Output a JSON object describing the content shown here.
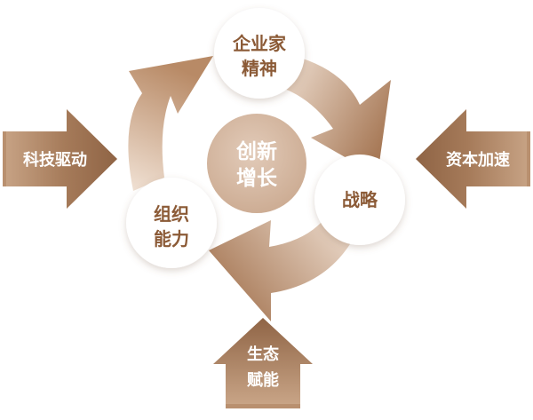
{
  "center": {
    "line1": "创新",
    "line2": "增长"
  },
  "nodes": {
    "top": {
      "line1": "企业家",
      "line2": "精神"
    },
    "right": {
      "line1": "战略"
    },
    "left": {
      "line1": "组织",
      "line2": "能力"
    }
  },
  "inputs": {
    "left": {
      "label": "科技驱动"
    },
    "right": {
      "label": "资本加速"
    },
    "bottom": {
      "line1": "生态",
      "line2": "赋能"
    }
  },
  "colors": {
    "brown": "#9b6f4e",
    "brown_dark": "#8a5e3e",
    "tan": "#c49b79",
    "tan_light": "#eedccd",
    "center_fill": "#d5b8a2",
    "text_on_white": "#8b5a36",
    "text_on_brown": "#ffffff"
  }
}
